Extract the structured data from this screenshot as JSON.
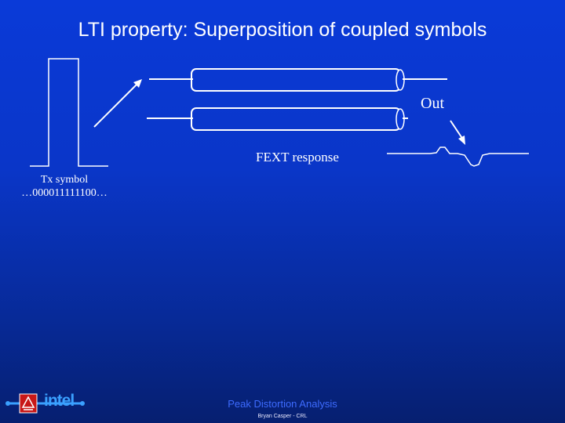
{
  "title": "LTI property: Superposition of coupled symbols",
  "labels": {
    "out": "Out",
    "fext": "FEXT response",
    "tx_line1": "Tx symbol",
    "tx_line2": "…000011111100…"
  },
  "footer": {
    "main": "Peak Distortion Analysis",
    "sub": "Bryan Casper - CRL"
  },
  "logo": {
    "text": "intel"
  },
  "colors": {
    "background": "#0a3ad8",
    "lines": "#ffffff",
    "footer_text": "#3d6bff"
  }
}
